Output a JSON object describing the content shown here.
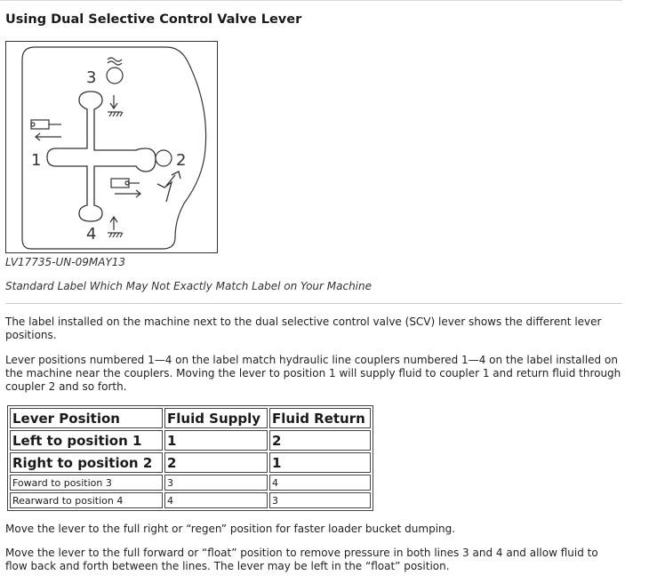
{
  "title": "Using Dual Selective Control Valve Lever",
  "figure": {
    "labels": {
      "pos1": "1",
      "pos2": "2",
      "pos3": "3",
      "pos4": "4"
    },
    "id": "LV17735-UN-09MAY13",
    "caption": "Standard Label Which May Not Exactly Match Label on Your Machine"
  },
  "paragraphs": {
    "p1": "The label installed on the machine next to the dual selective control valve (SCV) lever shows the different lever positions.",
    "p2": "Lever positions numbered 1—4 on the label match hydraulic line couplers numbered 1—4 on the label installed on the machine near the couplers. Moving the lever to position 1 will supply fluid to coupler 1 and return fluid through coupler 2 and so forth.",
    "p3": "Move the lever to the full right or “regen” position for faster loader bucket dumping.",
    "p4": "Move the lever to the full forward or “float” position to remove pressure in both lines 3 and 4 and allow fluid to flow back and forth between the lines. The lever may be left in the “float” position."
  },
  "table": {
    "headers": [
      "Lever Position",
      "Fluid Supply",
      "Fluid Return"
    ],
    "rows": [
      [
        "Left to position 1",
        "1",
        "2"
      ],
      [
        "Right to position 2",
        "2",
        "1"
      ],
      [
        "Foward to position 3",
        "3",
        "4"
      ],
      [
        "Rearward to position 4",
        "4",
        "3"
      ]
    ]
  }
}
